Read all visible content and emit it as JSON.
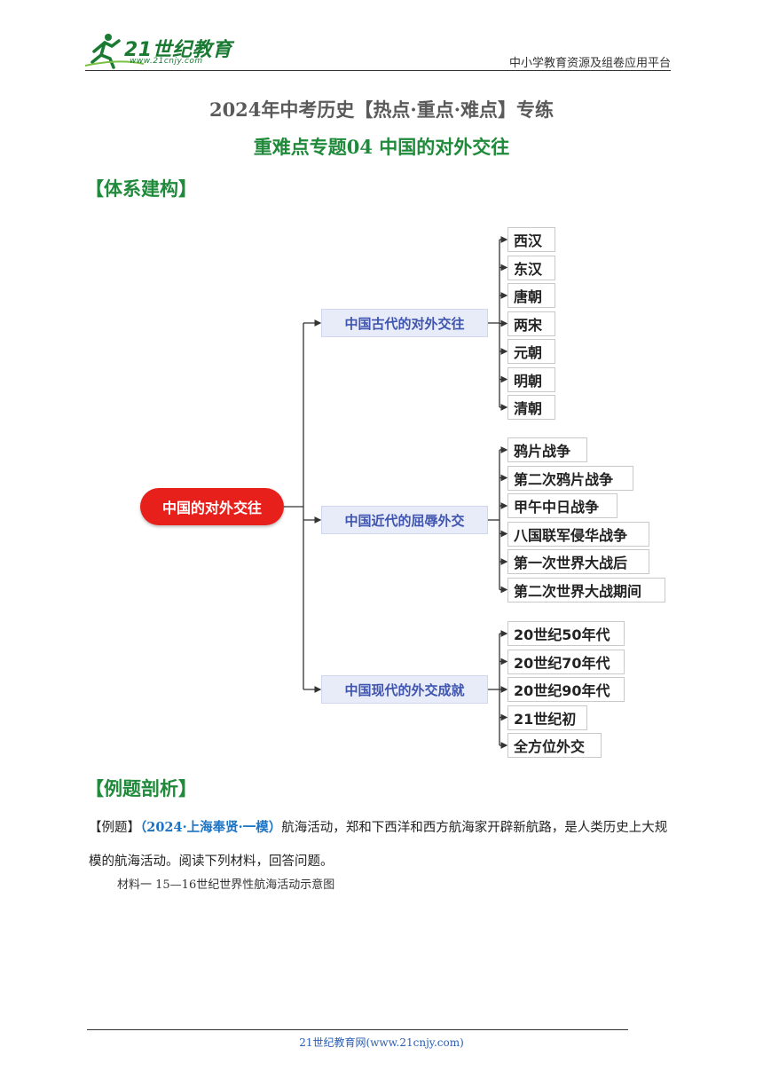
{
  "header": {
    "logo_text": "21世纪教育",
    "logo_url": "www.21cnjy.com",
    "right_text": "中小学教育资源及组卷应用平台"
  },
  "title": {
    "main": "2024年中考历史【热点·重点·难点】专练",
    "sub": "重难点专题04    中国的对外交往"
  },
  "sections": {
    "structure": "【体系建构】",
    "example": "【例题剖析】"
  },
  "diagram": {
    "root": "中国的对外交往",
    "branches": [
      {
        "label": "中国古代的对外交往",
        "items": [
          "西汉",
          "东汉",
          "唐朝",
          "两宋",
          "元朝",
          "明朝",
          "清朝"
        ]
      },
      {
        "label": "中国近代的屈辱外交",
        "items": [
          "鸦片战争",
          "第二次鸦片战争",
          "甲午中日战争",
          "八国联军侵华战争",
          "第一次世界大战后",
          "第二次世界大战期间"
        ]
      },
      {
        "label": "中国现代的外交成就",
        "items": [
          "20世纪50年代",
          "20世纪70年代",
          "20世纪90年代",
          "21世纪初",
          "全方位外交"
        ]
      }
    ]
  },
  "example": {
    "prefix": "【例题】",
    "source": "（2024·上海奉贤·一模）",
    "text": "航海活动，郑和下西洋和西方航海家开辟新航路，是人类历史上大规模的航海活动。阅读下列材料，回答问题。",
    "material": "材料一  15—16世纪世界性航海活动示意图"
  },
  "footer": {
    "text": "21世纪教育网(www.21cnjy.com)"
  },
  "colors": {
    "root": "#e8201c",
    "branch_text": "#3f55b0",
    "green": "#1f8a3a",
    "blue": "#1a73c4"
  }
}
